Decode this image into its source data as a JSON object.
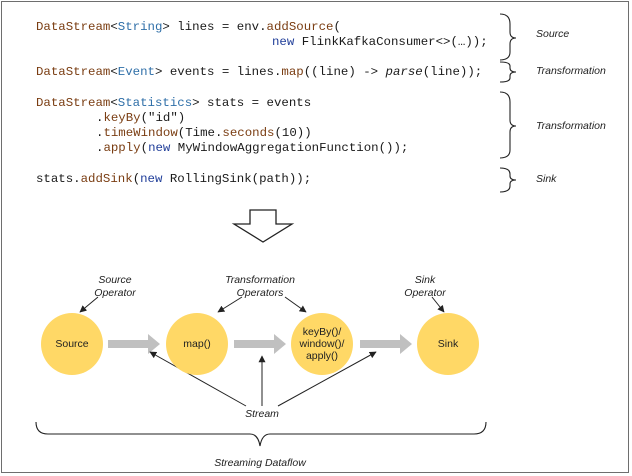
{
  "code": {
    "line1": {
      "type": "DataStream",
      "param": "String",
      "rest": " lines = env.",
      "method": "addSource",
      "tail": "("
    },
    "line2": {
      "kw": "new",
      "rest": " FlinkKafkaConsumer<>(…));"
    },
    "line3": {
      "type": "DataStream",
      "param": "Event",
      "rest": " events = lines.",
      "method": "map",
      "mid": "((line) -> ",
      "call": "parse",
      "tail": "(line));"
    },
    "line4": {
      "type": "DataStream",
      "param": "Statistics",
      "rest": " stats = events"
    },
    "line5": {
      "dot": ".",
      "method": "keyBy",
      "tail": "(\"id\")"
    },
    "line6": {
      "dot": ".",
      "method": "timeWindow",
      "mid": "(Time.",
      "method2": "seconds",
      "tail": "(10))"
    },
    "line7": {
      "dot": ".",
      "method": "apply",
      "mid": "(",
      "kw": "new",
      "tail": " MyWindowAggregationFunction());"
    },
    "line8": {
      "pre": "stats.",
      "method": "addSink",
      "mid": "(",
      "kw": "new",
      "tail": " RollingSink(path));"
    }
  },
  "brace_labels": {
    "source": "Source",
    "transformation1": "Transformation",
    "transformation2": "Transformation",
    "sink": "Sink"
  },
  "dataflow": {
    "operator_labels": {
      "source_line1": "Source",
      "source_line2": "Operator",
      "transformation_line1": "Transformation",
      "transformation_line2": "Operators",
      "sink_line1": "Sink",
      "sink_line2": "Operator"
    },
    "nodes": {
      "source": "Source",
      "map": "map()",
      "keyby_line1": "keyBy()/",
      "keyby_line2": "window()/",
      "keyby_line3": "apply()",
      "sink": "Sink"
    },
    "stream_label": "Stream",
    "footer": "Streaming Dataflow"
  },
  "colors": {
    "node_fill": "#ffd866",
    "arrow_fill": "#c0c0c0",
    "frame": "#6e6e6e"
  }
}
